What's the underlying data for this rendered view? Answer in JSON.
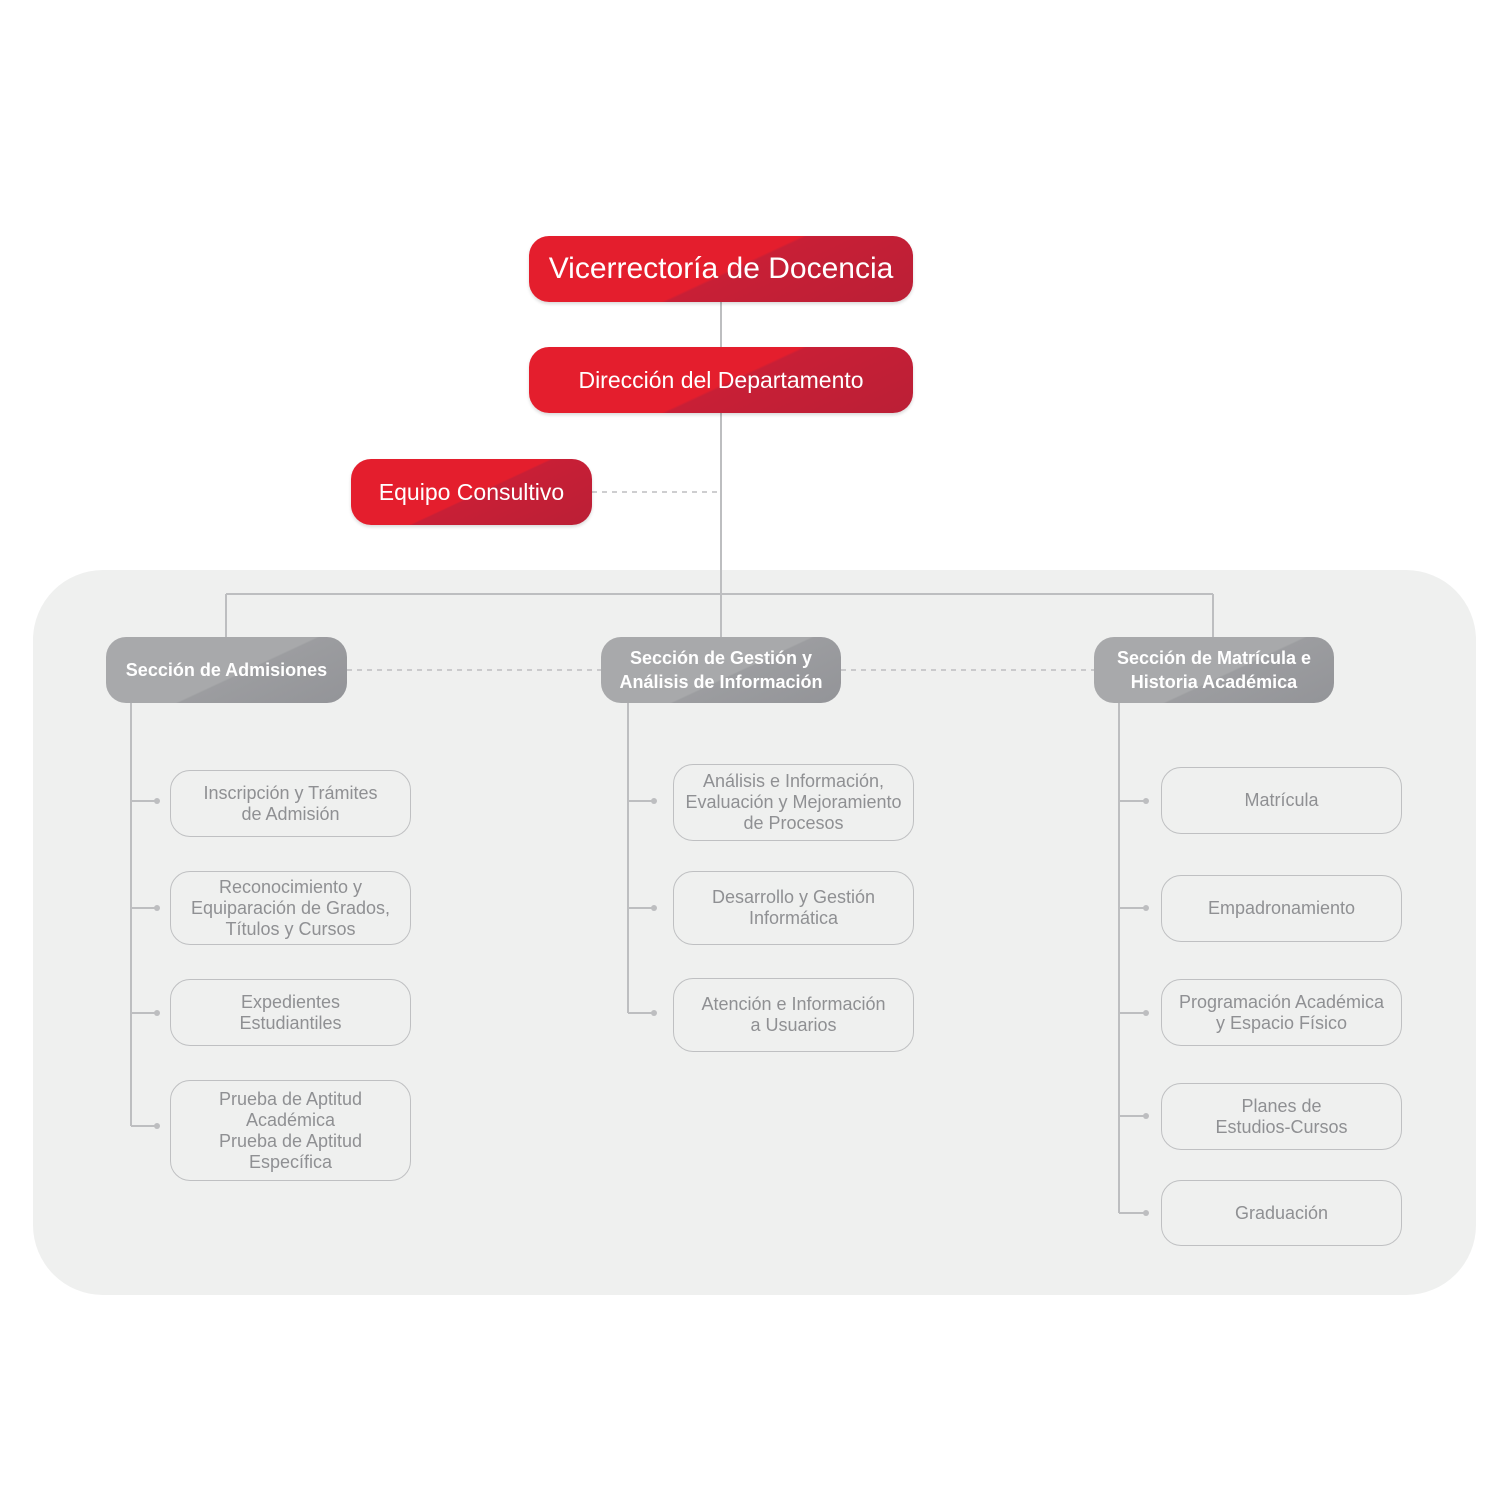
{
  "root": {
    "label": "Vicerrectoría de Docencia"
  },
  "direction": {
    "label": "Dirección del Departamento"
  },
  "advisory": {
    "label": "Equipo Consultivo"
  },
  "sections": [
    {
      "title": "Sección de Admisiones",
      "units": [
        "Inscripción y Trámites\nde Admisión",
        "Reconocimiento y\nEquiparación de Grados,\nTítulos y Cursos",
        "Expedientes\nEstudiantiles",
        "Prueba de Aptitud\nAcadémica\nPrueba de Aptitud\nEspecífica"
      ]
    },
    {
      "title": "Sección de Gestión y\nAnálisis de Información",
      "units": [
        "Análisis e Información,\nEvaluación y Mejoramiento\nde Procesos",
        "Desarrollo y Gestión\nInformática",
        "Atención e Información\na Usuarios"
      ]
    },
    {
      "title": "Sección de Matrícula e\nHistoria Académica",
      "units": [
        "Matrícula",
        "Empadronamiento",
        "Programación Académica\ny Espacio Físico",
        "Planes de\nEstudios-Cursos",
        "Graduación"
      ]
    }
  ],
  "colors": {
    "primary_red": "#e41e2d",
    "dark_red": "#bb1f36",
    "section_grey": "#a8a9ab",
    "panel_bg": "#eff0ef",
    "line": "#bfc0c2",
    "unit_text": "#8f9093"
  }
}
